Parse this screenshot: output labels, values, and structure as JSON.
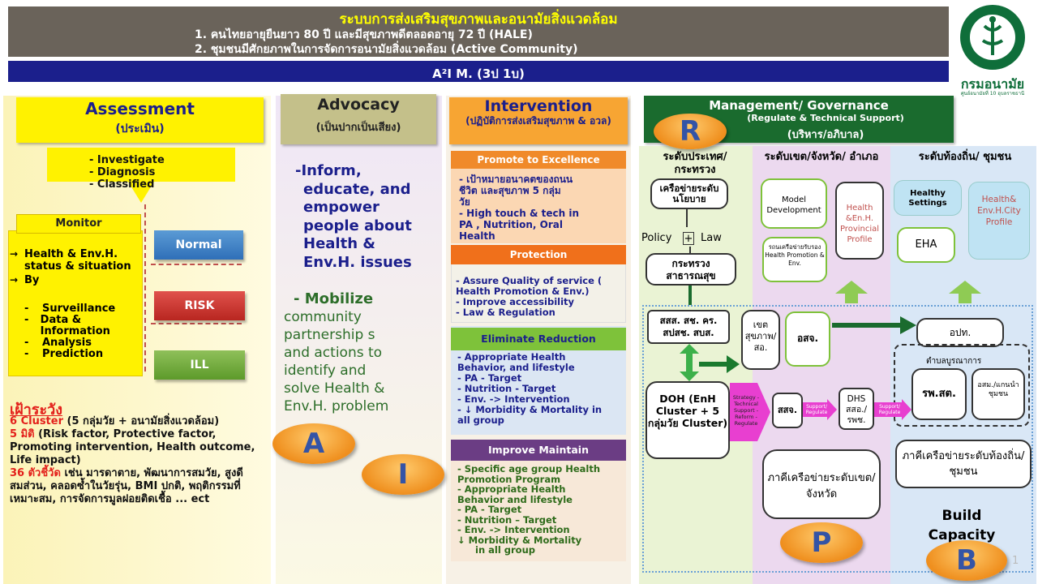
{
  "header": {
    "title": "ระบบการส่งเสริมสุขภาพและอนามัยสิ่งแวดล้อม",
    "line1": "1.  คนไทยอายุยืนยาว 80 ปี และมีสุขภาพดีตลอดอายุ 72  ปี (HALE)",
    "line2": "2.  ชุมชนมีศักยภาพในการจัดการอนามัยสิ่งแวดล้อม (Active Community)",
    "subbar": "A²I M. (3ป 1บ)",
    "logo_text": "กรมอนามัย",
    "logo_subtext": "ศูนย์อนามัยที่ 10 อุบลราชธานี",
    "page_number": "1"
  },
  "assessment": {
    "title": "Assessment",
    "subtitle": "(ประเมิน)",
    "callout": [
      "-   Investigate",
      "-   Diagnosis",
      "-   Classified"
    ],
    "monitor_label": "Monitor",
    "monitor_items": [
      "Health & Env.H. status & situation",
      "By"
    ],
    "bullets": [
      "Surveillance",
      "Data & Information",
      "Analysis",
      "Prediction"
    ],
    "btn_normal": "Normal",
    "btn_risk": "RISK",
    "btn_ill": "ILL",
    "watch_title": "เฝ้าระวัง",
    "watch_l1_red": "6 Cluster",
    "watch_l1": " (5 กลุ่มวัย + อนามัยสิ่งแวดล้อม)",
    "watch_l2_red": "5 มิติ",
    "watch_l2": " (Risk factor, Protective factor, Promoting intervention, Health outcome, Life impact)",
    "watch_l3_red": "36 ตัวชี้วัด",
    "watch_l3": " เช่น มารดาตาย, พัฒนาการสมวัย, สูงดีสมส่วน, คลอดซ้ำในวัยรุ่น, BMI ปกติ, พฤติกรรมที่เหมาะสม, การจัดการมูลฝอยติดเชื้อ ... ect"
  },
  "advocacy": {
    "title": "Advocacy",
    "subtitle": "(เป็นปากเป็นเสียง)",
    "text1_lines": [
      "-Inform,",
      "educate, and",
      "empower",
      "people about",
      "Health &",
      "Env.H. issues"
    ],
    "text2_head": "- Mobilize",
    "text2_lines": [
      "community",
      "partnership s",
      "and actions to",
      "identify and",
      "solve  Health &",
      "Env.H. problem"
    ]
  },
  "intervention": {
    "title": "Intervention",
    "subtitle": "(ปฏิบัติการส่งเสริมสุขภาพ & อวล)",
    "promote_label": "Promote to Excellence",
    "promote_lines": [
      "- เป้าหมายอนาคตของถนน",
      "ชีวิต และสุขภาพ      5 กลุ่ม",
      "วัย",
      "- High touch & tech in",
      "PA , Nutrition, Oral",
      "Health"
    ],
    "protection_label": "Protection",
    "protection_lines": [
      "- Assure Quality of service (",
      "Health Promotion & Env.)",
      "- Improve accessibility",
      "- Law & Regulation"
    ],
    "eliminate_label": "Eliminate  Reduction",
    "eliminate_lines": [
      "- Appropriate Health",
      "Behavior, and lifestyle",
      "  - PA - Target",
      "- Nutrition - Target",
      "- Env. -> Intervention",
      "- ↓ Morbidity & Mortality in",
      "all group"
    ],
    "improve_label": "Improve  Maintain",
    "improve_lines": [
      "- Specific  age group Health",
      "Promotion Program",
      "- Appropriate Health",
      "Behavior and lifestyle",
      "- PA - Target",
      "- Nutrition – Target",
      "- Env. -> Intervention",
      "↓   Morbidity & Mortality",
      "in all group"
    ]
  },
  "management": {
    "title": "Management/ Governance",
    "subtitle": "(Regulate & Technical Support)",
    "subtitle2": "(บริหาร/อภิบาล)",
    "col1_title": "ระดับประเทศ/ กระทรวง",
    "col2_title": "ระดับเขต/จังหวัด/ อำเภอ",
    "col3_title": "ระดับท้องถิ่น/ ชุมชน",
    "policy_network": "เครือข่ายระดับนโยบาย",
    "policy": "Policy",
    "plus": "+",
    "law": "Law",
    "ministry": "กระทรวงสาธารณสุข",
    "model_dev": "Model Development",
    "health_env_prov": "Health &En.H. Provincial Profile",
    "network_support": "รถนเครือข่ายรับรอง Health Promotion & Env.",
    "healthy_settings": "Healthy Settings",
    "health_env_city": "Health& Env.H.City Profile",
    "eha": "EHA",
    "agencies": "สสส. สช. คร. สปสช. สบส.",
    "zone": "เขตสุขภาพ/สอ.",
    "osj": "อสจ.",
    "opt": "อปท.",
    "subdistrict": "ตำบลบูรณาการ",
    "doh": "DOH (EnH Cluster + 5 กลุ่มวัย Cluster)",
    "strategy": "Strategy -Technical Support -Reform -Regulate",
    "sso": "สสจ.",
    "support1": "Support/ Regulate",
    "dhs": "DHS สสอ./รพช.",
    "support2": "Support/ Regulate",
    "rpsst": "รพ.สต.",
    "osm": "อสม./แกนนำชุมชน",
    "local_network": "ภาคีเครือข่ายระดับท้องถิ่น/ชุมชน",
    "zone_network": "ภาคีเครือข่ายระดับเขต/จังหวัด",
    "build_capacity": "Build Capacity"
  },
  "ovals": {
    "a": "A",
    "i": "I",
    "r": "R",
    "p": "P",
    "b": "B"
  },
  "colors": {
    "header_bar": "#6a635a",
    "header_title": "#ffff00",
    "navy": "#1b1f8c",
    "green_dark": "#1a6b2e"
  }
}
